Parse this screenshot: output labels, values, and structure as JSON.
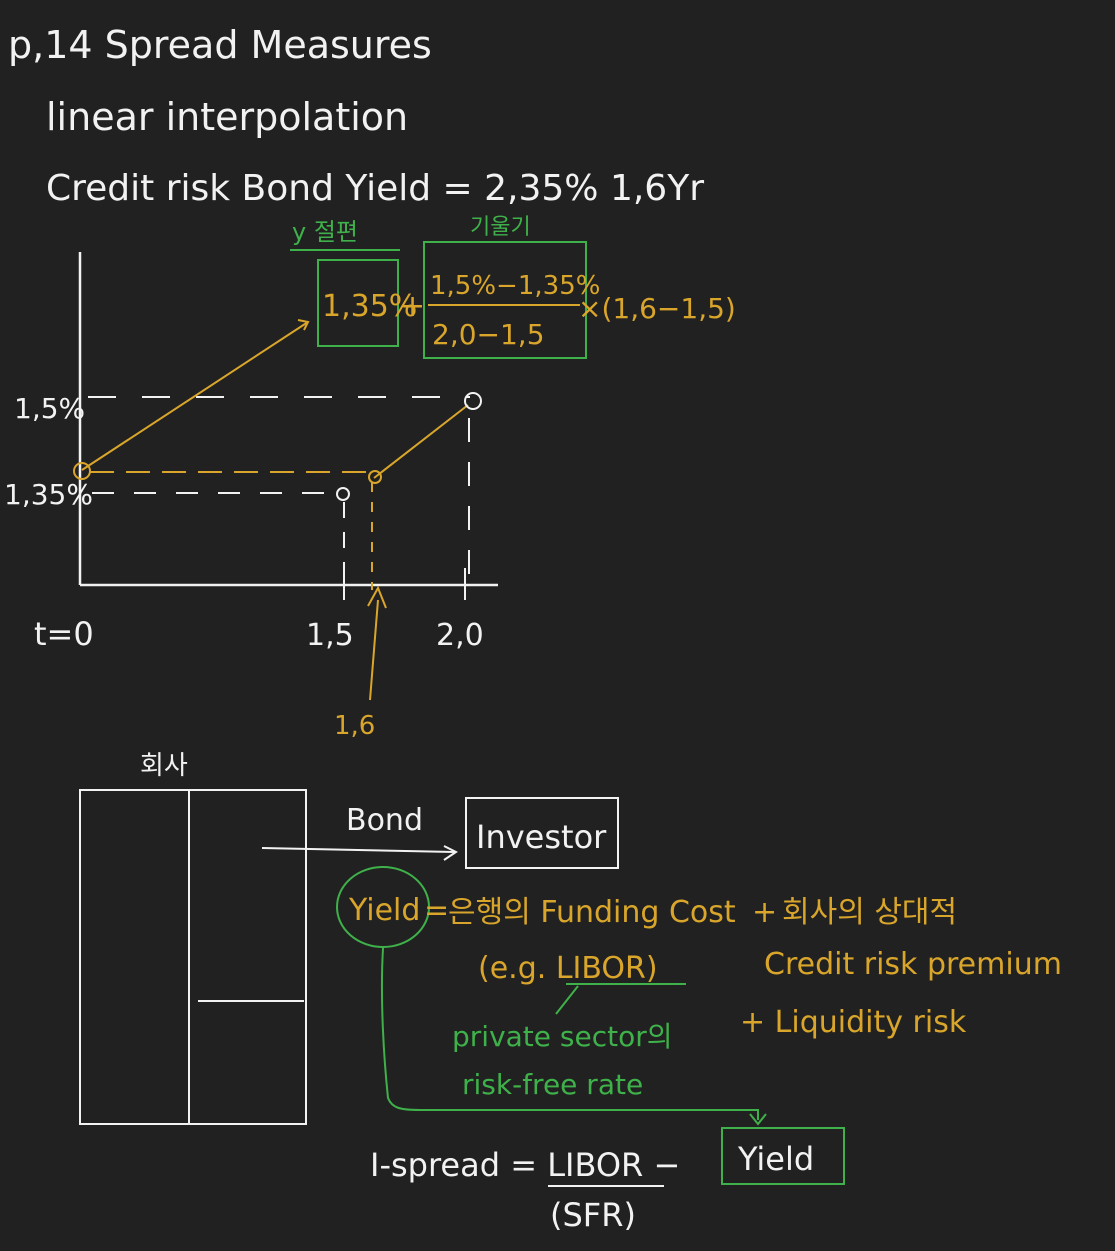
{
  "colors": {
    "background": "#212121",
    "ink_white": "#f2f2f2",
    "ink_yellow": "#d9a62b",
    "ink_green": "#3fb14a"
  },
  "header": {
    "title": "p,14 Spread Measures",
    "subtitle": "linear interpolation",
    "problem": "Credit risk Bond Yield = 2,35% 1,6Yr"
  },
  "formula": {
    "intercept_tag": "y 절편",
    "slope_tag": "기울기",
    "intercept": "1,35%",
    "plus": "+",
    "slope_num": "1,5%−1,35%",
    "slope_den": "2,0−1,5",
    "times": "×(1,6−1,5)"
  },
  "graph": {
    "y_label_high": "1,5%",
    "y_label_low": "1,35%",
    "x_label_zero": "t=0",
    "x_label_15": "1,5",
    "x_label_20": "2,0",
    "x_label_16": "1,6"
  },
  "company": {
    "label": "회사",
    "bond_label": "Bond",
    "investor_label": "Investor"
  },
  "yield_note": {
    "yield_word": "Yield",
    "equals": "=",
    "bank_cost": "은행의 Funding Cost",
    "plus1": "+",
    "company_rel": "회사의 상대적",
    "eg_libor": "(e.g. LIBOR)",
    "credit_premium": "Credit risk premium",
    "liquidity": "+ Liquidity risk",
    "private_sector": "private sector의",
    "risk_free": "risk-free rate"
  },
  "ispread": {
    "lhs": "I-spread = LIBOR − ",
    "yield_box": "Yield",
    "sfr": "(SFR)"
  }
}
